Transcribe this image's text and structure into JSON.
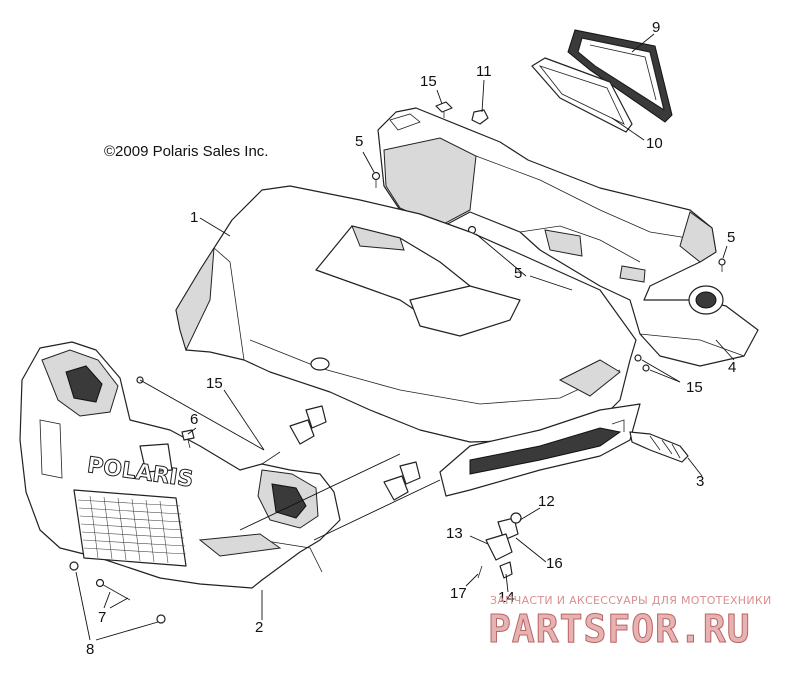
{
  "diagram": {
    "copyright": "©2009 Polaris Sales Inc.",
    "brand_on_part": "POLARIS",
    "callouts": [
      {
        "id": "c1",
        "text": "1"
      },
      {
        "id": "c2",
        "text": "2"
      },
      {
        "id": "c3",
        "text": "3"
      },
      {
        "id": "c4",
        "text": "4"
      },
      {
        "id": "c5a",
        "text": "5"
      },
      {
        "id": "c5b",
        "text": "5"
      },
      {
        "id": "c5c",
        "text": "5"
      },
      {
        "id": "c6",
        "text": "6"
      },
      {
        "id": "c7",
        "text": "7"
      },
      {
        "id": "c8",
        "text": "8"
      },
      {
        "id": "c9",
        "text": "9"
      },
      {
        "id": "c10",
        "text": "10"
      },
      {
        "id": "c11",
        "text": "11"
      },
      {
        "id": "c12",
        "text": "12"
      },
      {
        "id": "c13",
        "text": "13"
      },
      {
        "id": "c14",
        "text": "14"
      },
      {
        "id": "c15a",
        "text": "15"
      },
      {
        "id": "c15b",
        "text": "15"
      },
      {
        "id": "c15c",
        "text": "15"
      },
      {
        "id": "c16",
        "text": "16"
      },
      {
        "id": "c17",
        "text": "17"
      }
    ]
  },
  "watermark": {
    "tagline": "ЗАПЧАСТИ И АКСЕССУАРЫ ДЛЯ МОТОТЕХНИКИ",
    "brand": "PARTSFOR.RU"
  },
  "colors": {
    "line": "#222222",
    "watermark_text": "#d98f8f"
  }
}
